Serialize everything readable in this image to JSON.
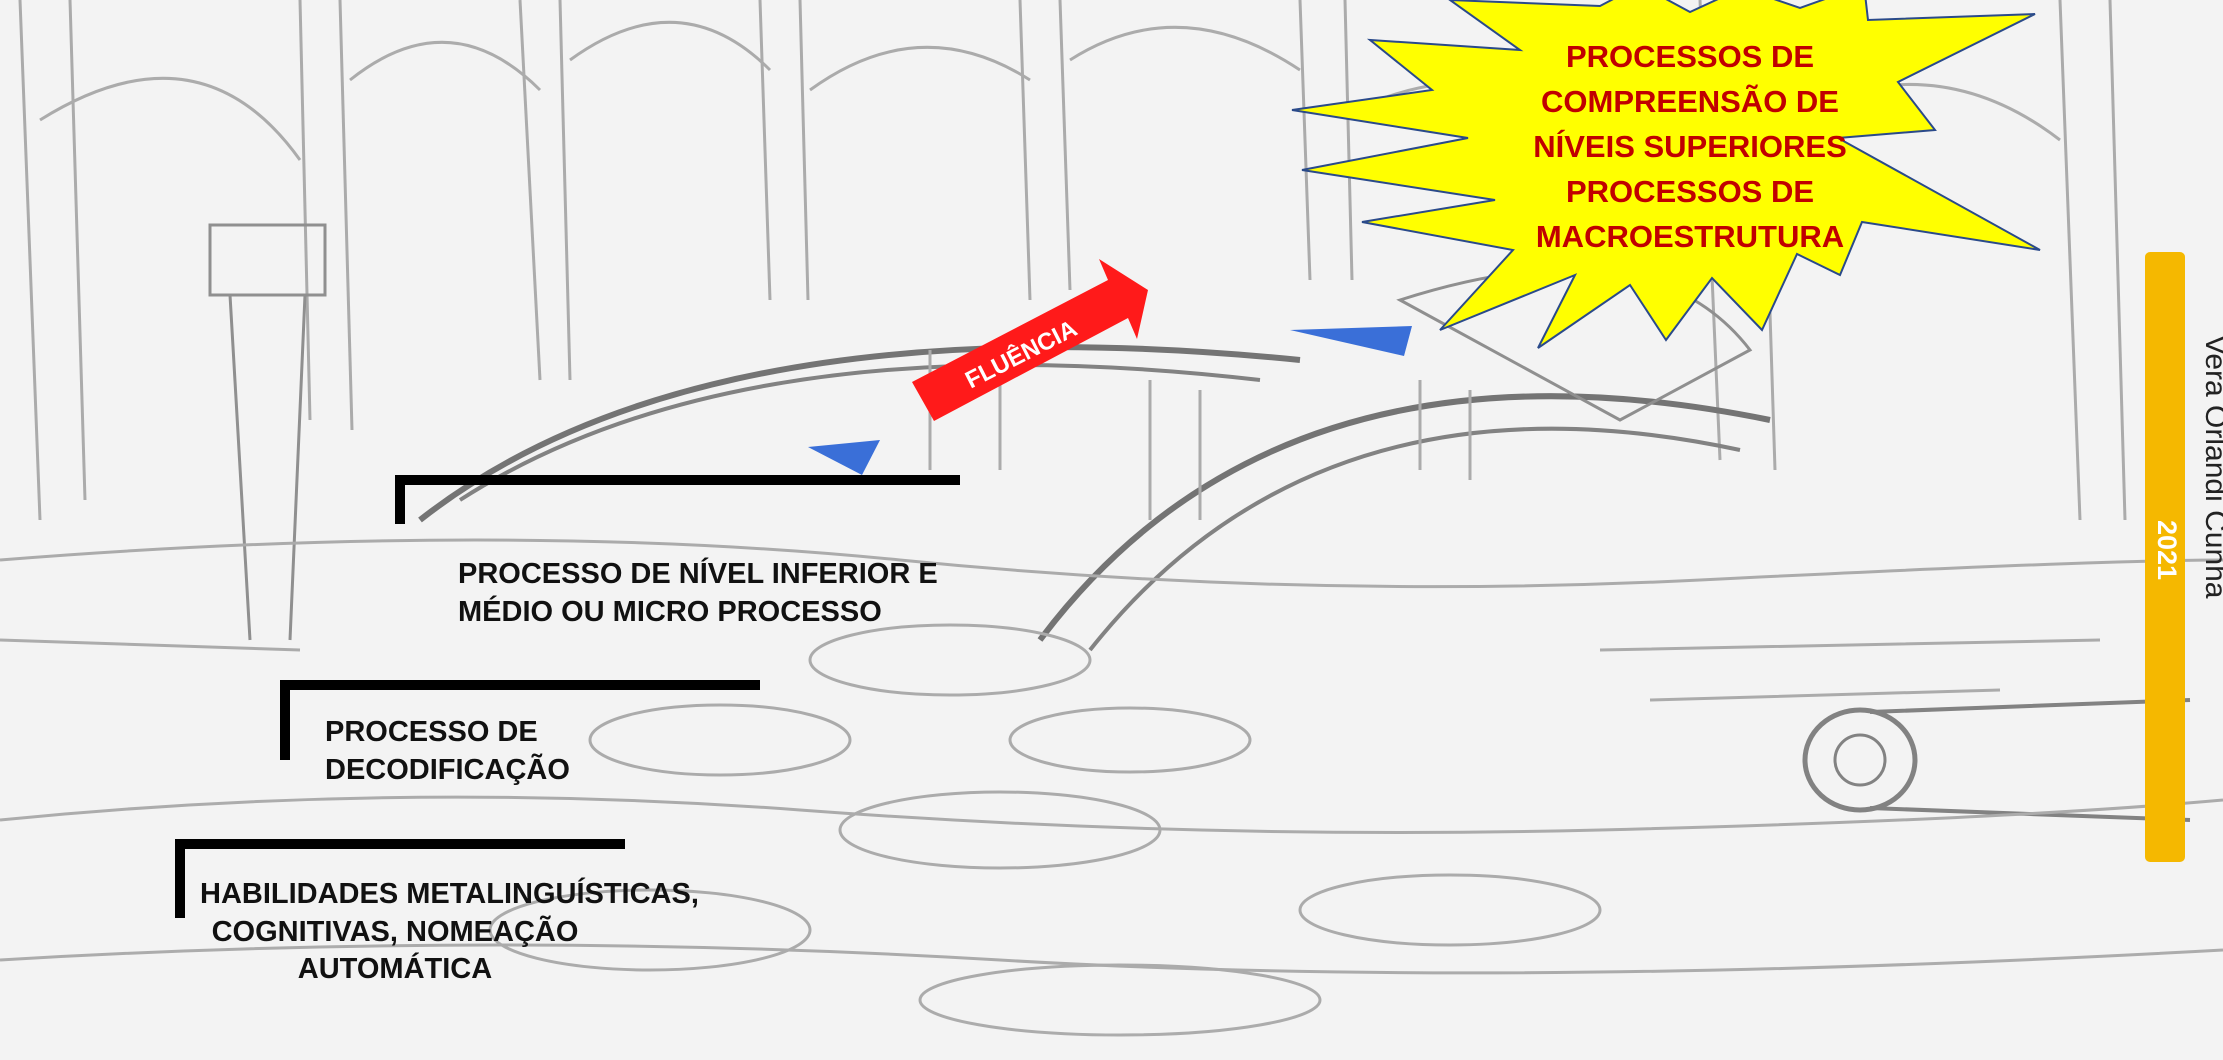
{
  "starburst": {
    "lines": [
      "PROCESSOS DE",
      "COMPREENSÃO DE",
      "NÍVEIS SUPERIORES",
      "PROCESSOS DE",
      "MACROESTRUTURA"
    ],
    "fill_color": "#ffff00",
    "text_color": "#c00000"
  },
  "fluency_arrow": {
    "label": "FLUÊNCIA",
    "color": "#ff1a1a"
  },
  "steps": [
    {
      "lines": [
        "PROCESSO DE NÍVEL INFERIOR E",
        "MÉDIO OU MICRO PROCESSO"
      ]
    },
    {
      "lines": [
        "PROCESSO DE",
        "DECODIFICAÇÃO"
      ]
    },
    {
      "lines": [
        "HABILIDADES METALINGUÍSTICAS,",
        "COGNITIVAS, NOMEAÇÃO",
        "AUTOMÁTICA"
      ]
    }
  ],
  "sidebar": {
    "author": "Vera Orlandi Cunha",
    "year": "2021",
    "color": "#f5b800"
  },
  "pointer_color": "#3a6fd8"
}
